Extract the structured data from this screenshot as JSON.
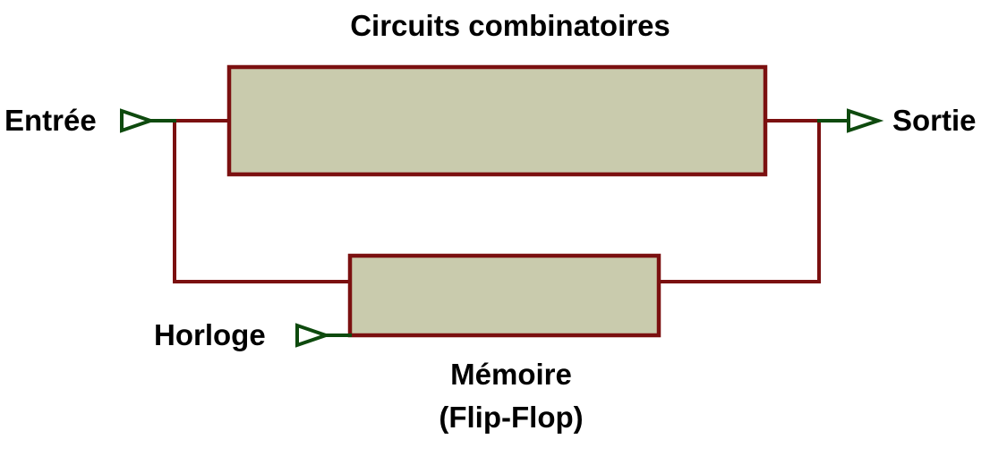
{
  "labels": {
    "title": "Circuits combinatoires",
    "input": "Entrée",
    "output": "Sortie",
    "clock": "Horloge",
    "memory_line1": "Mémoire",
    "memory_line2": "(Flip-Flop)"
  },
  "colors": {
    "block_fill": "#c9cbad",
    "block_stroke": "#7b1010",
    "wire": "#7b1010",
    "terminal": "#0e4a0e",
    "text": "#000000",
    "background": "#ffffff"
  }
}
